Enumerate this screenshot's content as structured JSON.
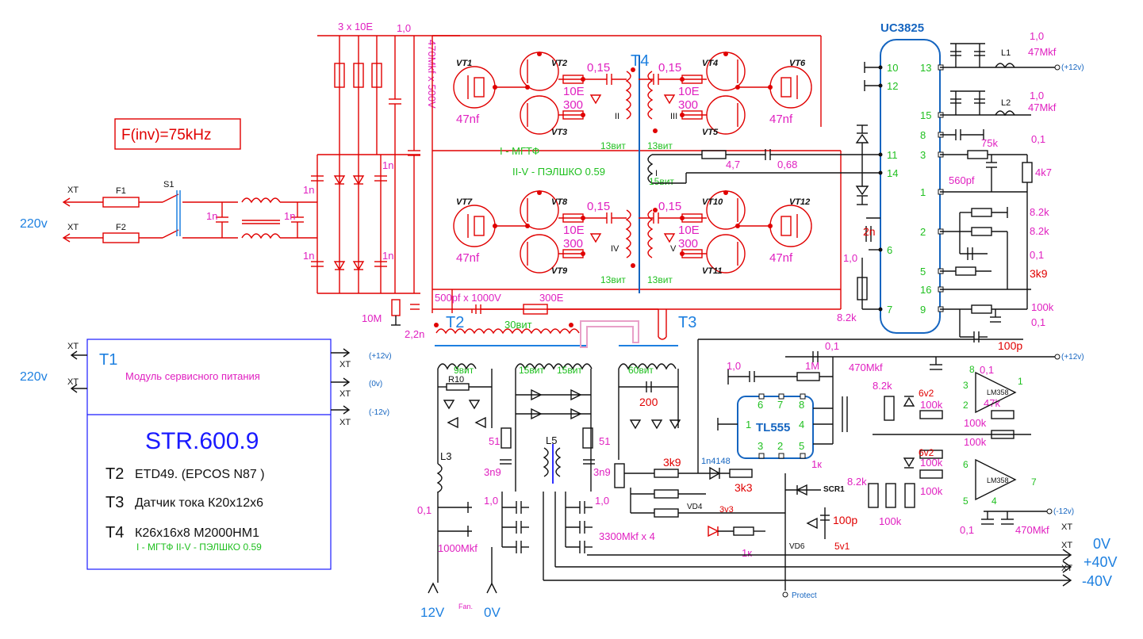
{
  "inverter": {
    "freq_label": "F(inv)=75kHz",
    "controller": "UC3825",
    "input_voltage": "220v",
    "fuse1": "F1",
    "fuse2": "F2",
    "switch": "S1",
    "xt": "XT",
    "res_3x10e": "3 x 10E",
    "cap_1_0_top": "1,0",
    "bulk_caps": "470Mkf x 500V",
    "cap_1n": "1n",
    "res_10m": "10M",
    "cap_2_2n": "2,2n",
    "snubber": "500pf x 1000V",
    "snubber_r": "300E",
    "t4": "T4",
    "t2": "T2",
    "t3": "T3",
    "gate_r": "10E",
    "gate_r2": "300",
    "gate_c": "0,15",
    "gate_c2": "47nf",
    "winding_turns": "13вит",
    "winding_turns_15": "15вит",
    "winding_turns_30": "30вит",
    "wire1": "I - МГТФ",
    "wire2": "II-V - ПЭЛШКО 0.59",
    "r_4_7": "4,7",
    "c_0_68": "0,68",
    "c22_val": "2n",
    "c_1_0": "1,0",
    "r_8_2k": "8.2k",
    "roman": [
      "II",
      "III",
      "I",
      "IV",
      "V"
    ]
  },
  "vt_labels": [
    "VT1",
    "VT2",
    "VT3",
    "VT4",
    "VT5",
    "VT6",
    "VT7",
    "VT8",
    "VT9",
    "VT10",
    "VT11",
    "VT12"
  ],
  "uc3825_pins_left": [
    "10",
    "12",
    "11",
    "14",
    "6",
    "7"
  ],
  "uc3825_pins_right": [
    "13",
    "15",
    "8",
    "3",
    "1",
    "2",
    "5",
    "16",
    "9"
  ],
  "uc3825_right_values": {
    "c5": "1,0",
    "c5b": "47Mkf",
    "c11": "1,0",
    "c11b": "47Mkf",
    "r75k": "75k",
    "c01": "0,1",
    "r4k7": "4k7",
    "c560": "560pf",
    "r82k_1": "8.2k",
    "r82k_2": "8.2k",
    "c01b": "0,1",
    "r3k9": "3k9",
    "r100k": "100k",
    "c01c": "0,1",
    "c100p": "100p",
    "plus12": "(+12v)",
    "l1": "L1",
    "l2": "L2"
  },
  "service_module": {
    "t1": "T1",
    "title": "Модуль сервисного питания",
    "input": "220v",
    "outputs": [
      "(+12v)",
      "(0v)",
      "(-12v)"
    ],
    "product": "STR.600.9",
    "specs": [
      {
        "name": "T2",
        "value": "ETD49. (EPCOS  N87 )"
      },
      {
        "name": "T3",
        "value": "Датчик тока    К20х12х6"
      },
      {
        "name": "T4",
        "value": "К26х16х8      M2000HM1"
      }
    ],
    "t4_wire": "I - МГТФ      II-V - ПЭЛШКО 0.59"
  },
  "secondary": {
    "w9": "9вит",
    "w15a": "15вит",
    "w15b": "15вит",
    "w60": "60вит",
    "r51a": "51",
    "r51b": "51",
    "c3n9a": "3n9",
    "c3n9b": "3n9",
    "l3": "L3",
    "l5": "L5",
    "c01": "0,1",
    "c1000": "1000Mkf",
    "c10a": "1,0",
    "c10b": "1,0",
    "c3300": "3300Mkf x 4",
    "r200": "200",
    "r3k9": "3k9",
    "r3k3": "3k3",
    "vd": "1n4148",
    "vd4": "VD4",
    "v3v3": "3v3",
    "r1k": "1к",
    "r1k2": "1к",
    "vd6": "VD6",
    "v5v1": "5v1",
    "c100p": "100p",
    "scr": "SCR1",
    "out12": "12V",
    "fan": "Fan.",
    "out0": "0V"
  },
  "control": {
    "tl555": "TL555",
    "tl555_pins": [
      "6",
      "7",
      "8",
      "1",
      "4",
      "3",
      "2",
      "5"
    ],
    "r1m": "1M",
    "c10": "1,0",
    "c01": "0,1",
    "c470": "470Mkf",
    "r82k": "8.2k",
    "r82k2": "8.2k",
    "v6v2a": "6v2",
    "v6v2b": "6v2",
    "r100k": [
      "100k",
      "100k",
      "100k",
      "100k",
      "100k",
      "100k"
    ],
    "r47k": "47k",
    "c01b": "0,1",
    "lm358": "LM358",
    "op_pins_a": [
      "8",
      "3",
      "2",
      "1"
    ],
    "op_pins_b": [
      "6",
      "5",
      "4",
      "7"
    ],
    "plus12": "(+12v)",
    "minus12": "(-12v)",
    "c01c": "0,1",
    "c470b": "470Mkf",
    "protect": "Protect",
    "out_0v": "0V",
    "out_p40": "+40V",
    "out_m40": "-40V",
    "xt": "XT"
  },
  "colors": {
    "power": "#e00000",
    "control": "#111111",
    "labels": "#e020c0",
    "turns": "#20c020",
    "blue": "#1565c0"
  }
}
